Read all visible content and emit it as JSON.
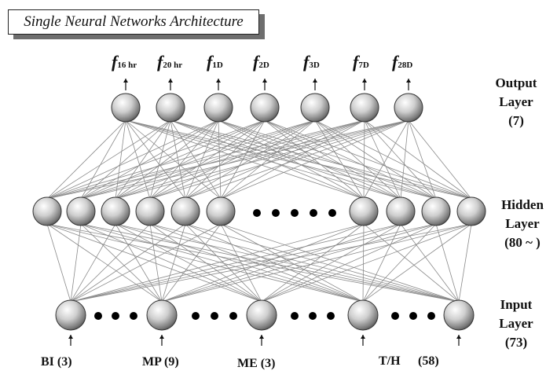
{
  "title": "Single Neural Networks Architecture",
  "layers": {
    "output": {
      "name": "Output",
      "word": "Layer",
      "count": "(7)"
    },
    "hidden": {
      "name": "Hidden",
      "word": "Layer",
      "count": "(80 ~ )"
    },
    "input": {
      "name": "Input",
      "word": "Layer",
      "count": "(73)"
    }
  },
  "output_nodes": [
    {
      "symbol": "f",
      "sub": "16 hr"
    },
    {
      "symbol": "f",
      "sub": "20 hr"
    },
    {
      "symbol": "f",
      "sub": "1D"
    },
    {
      "symbol": "f",
      "sub": "2D"
    },
    {
      "symbol": "f",
      "sub": "3D"
    },
    {
      "symbol": "f",
      "sub": "7D"
    },
    {
      "symbol": "f",
      "sub": "28D"
    }
  ],
  "input_groups": [
    "BI (3)",
    "MP (9)",
    "ME (3)",
    "T/H",
    "(58)"
  ],
  "colors": {
    "node_dark": "#555555",
    "node_light": "#f2f2f2",
    "edge": "#8a8a8a",
    "text": "#111111"
  }
}
